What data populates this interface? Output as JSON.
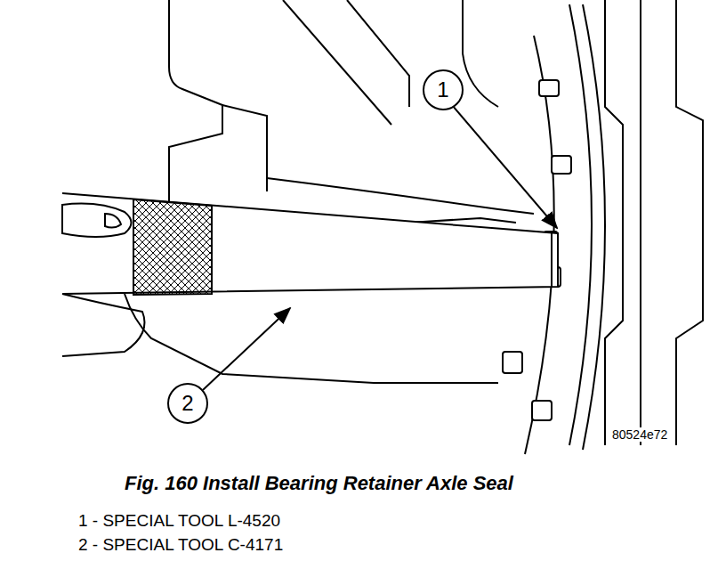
{
  "diagram": {
    "caption": "Fig. 160 Install Bearing Retainer Axle Seal",
    "nodes": [
      {
        "text": [
          "1"
        ]
      },
      {
        "text": [
          "2"
        ]
      }
    ],
    "labels": [
      "80524e72",
      "1 - SPECIAL TOOL L-4520",
      "2 - SPECIAL TOOL C-4171"
    ]
  }
}
